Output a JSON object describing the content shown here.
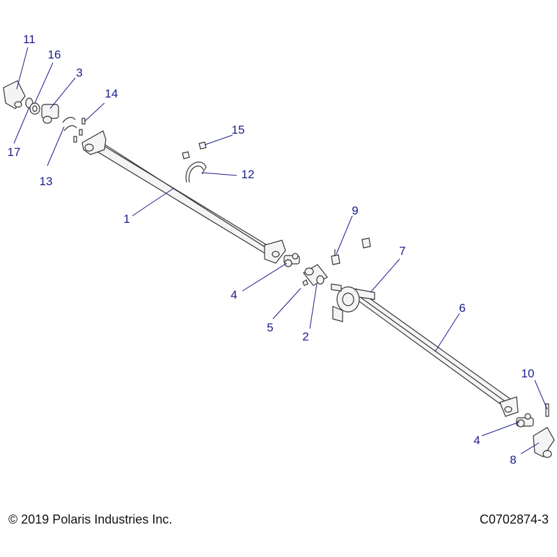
{
  "callouts": {
    "c1": "1",
    "c2": "2",
    "c3": "3",
    "c4a": "4",
    "c4b": "4",
    "c5": "5",
    "c6": "6",
    "c7": "7",
    "c8": "8",
    "c9": "9",
    "c10": "10",
    "c11": "11",
    "c12": "12",
    "c13": "13",
    "c14": "14",
    "c15": "15",
    "c16": "16",
    "c17": "17"
  },
  "footer": {
    "copyright": "© 2019 Polaris Industries Inc.",
    "figure_id": "C0702874-3"
  },
  "colors": {
    "callout": "#1a1a8c",
    "outline": "#333333"
  }
}
